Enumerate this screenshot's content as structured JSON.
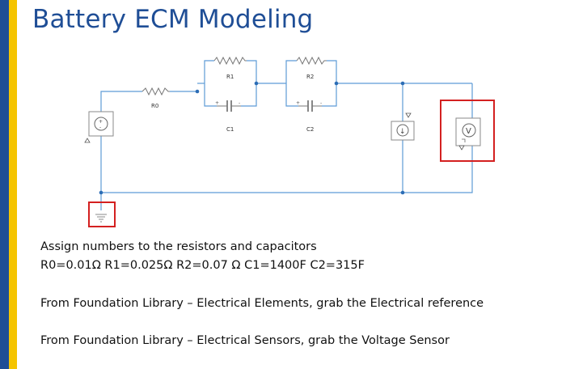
{
  "slide": {
    "title": "Battery ECM Modeling"
  },
  "diagram": {
    "labels": {
      "r0": "R0",
      "r1": "R1",
      "r2": "R2",
      "c1": "C1",
      "c2": "C2",
      "current_sensor_glyph": "↓",
      "voltage_sensor_glyph": "V"
    },
    "colors": {
      "wire": "#5d9bd6",
      "highlight": "#d42020",
      "component": "#6a6a6a"
    }
  },
  "text": {
    "line1": "Assign numbers to the resistors and capacitors",
    "line2": "R0=0.01Ω R1=0.025Ω R2=0.07 Ω C1=1400F C2=315F",
    "line3": "From Foundation Library – Electrical Elements, grab the Electrical reference",
    "line4": "From Foundation Library – Electrical Sensors, grab the Voltage Sensor"
  }
}
